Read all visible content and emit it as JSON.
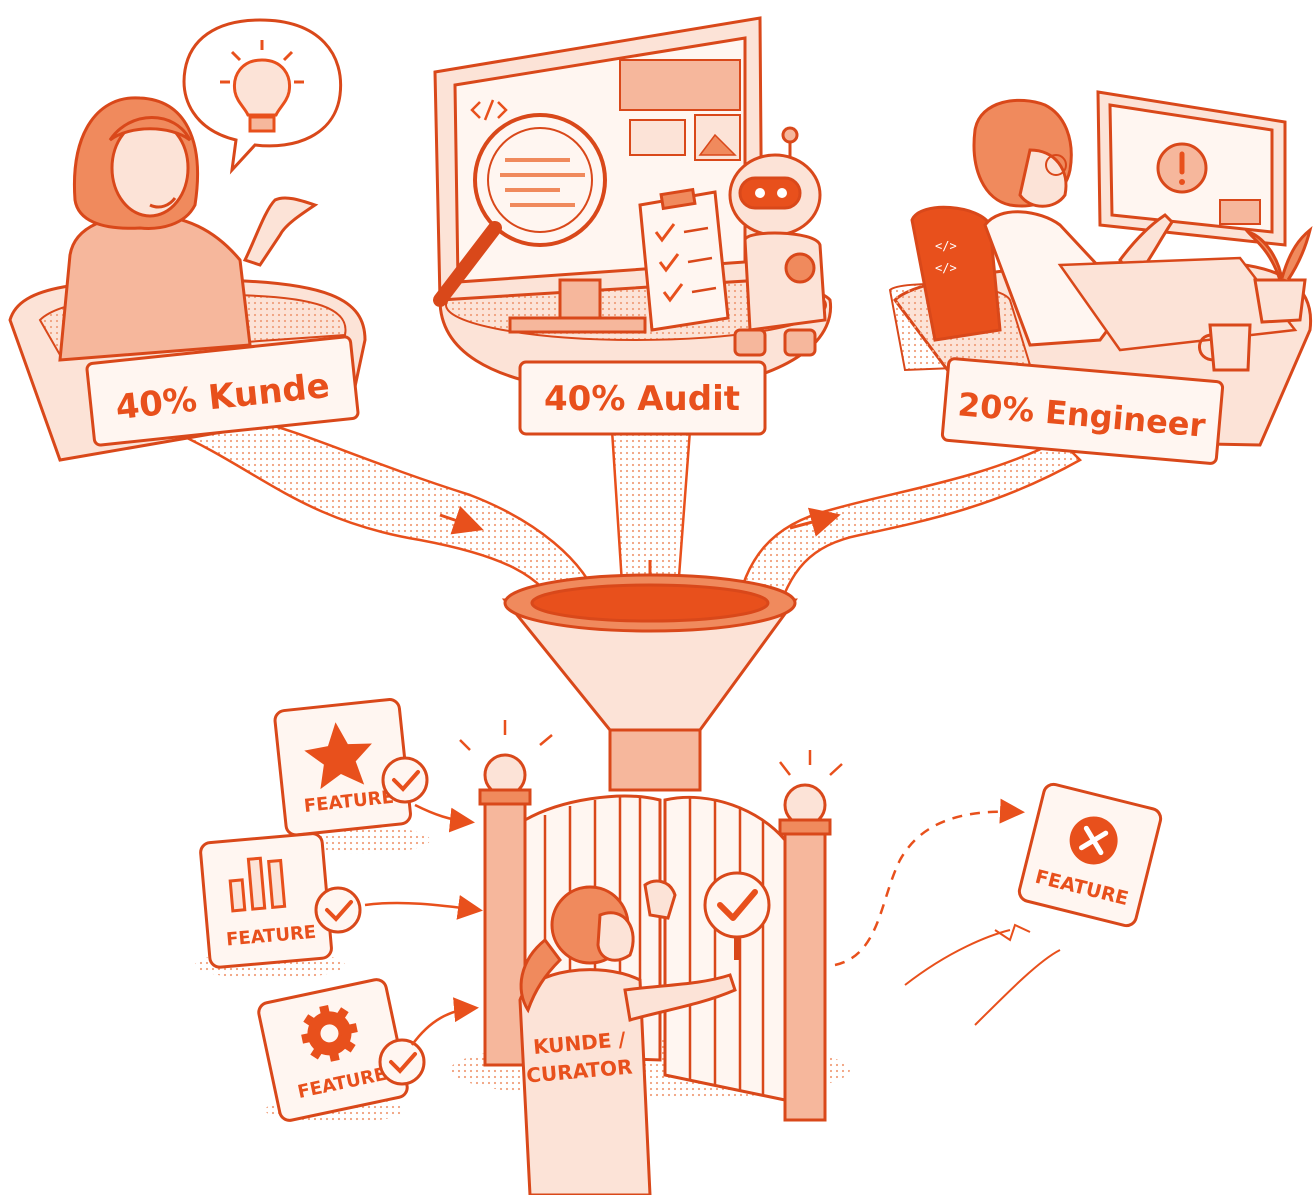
{
  "colors": {
    "accent": "#E8501C",
    "stroke": "#D9481A",
    "fill_light": "#FCE3D7",
    "fill_mid": "#F6B79C",
    "fill_dark": "#F08A5D",
    "background": "#FFFFFF"
  },
  "sources": [
    {
      "label": "40% Kunde",
      "share": 40,
      "icon": "lightbulb-icon"
    },
    {
      "label": "40% Audit",
      "share": 40,
      "icon": "magnifier-icon"
    },
    {
      "label": "20% Engineer",
      "share": 20,
      "icon": "warning-icon"
    }
  ],
  "features_accepted": [
    {
      "label": "FEATURE",
      "icon": "star-icon",
      "status_icon": "checkmark-icon"
    },
    {
      "label": "FEATURE",
      "icon": "bar-chart-icon",
      "status_icon": "checkmark-icon"
    },
    {
      "label": "FEATURE",
      "icon": "gear-icon",
      "status_icon": "checkmark-icon"
    }
  ],
  "feature_rejected": {
    "label": "FEATURE",
    "icon": "close-icon"
  },
  "curator": {
    "label_line1": "KUNDE /",
    "label_line2": "CURATOR"
  },
  "icons": [
    "lightbulb-icon",
    "code-icon",
    "magnifier-icon",
    "robot-icon",
    "clipboard-icon",
    "warning-icon",
    "plant-icon",
    "mug-icon",
    "funnel-icon",
    "gate-icon",
    "checkmark-icon",
    "close-icon",
    "star-icon",
    "bar-chart-icon",
    "gear-icon"
  ]
}
